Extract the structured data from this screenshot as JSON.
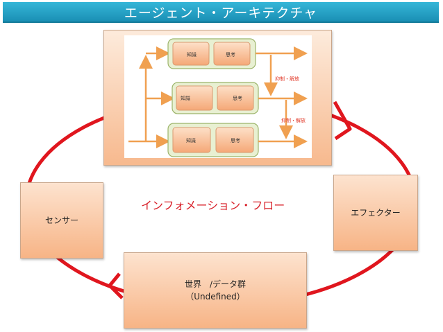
{
  "title": "エージェント・アーキテクチャ",
  "inner_diagram": {
    "modules": [
      {
        "knowledge": "知識",
        "thinking": "思考"
      },
      {
        "knowledge": "知識",
        "thinking": "思考"
      },
      {
        "knowledge": "知識",
        "thinking": "思考"
      }
    ],
    "inhibit_labels": [
      "抑制・解放",
      "抑制・解放"
    ]
  },
  "sensor": {
    "label": "センサー"
  },
  "effector": {
    "label": "エフェクター"
  },
  "world": {
    "line1": "世界　/データ群",
    "line2": "（Undefined）"
  },
  "flow_label": "インフォメーション・フロー",
  "colors": {
    "title_bar": "#1a9fc6",
    "cycle": "#e0161e",
    "flow_text": "#d8212a",
    "box": "#f7b486",
    "arrow": "#f0a050",
    "inhibit_text": "#e23a2a"
  }
}
